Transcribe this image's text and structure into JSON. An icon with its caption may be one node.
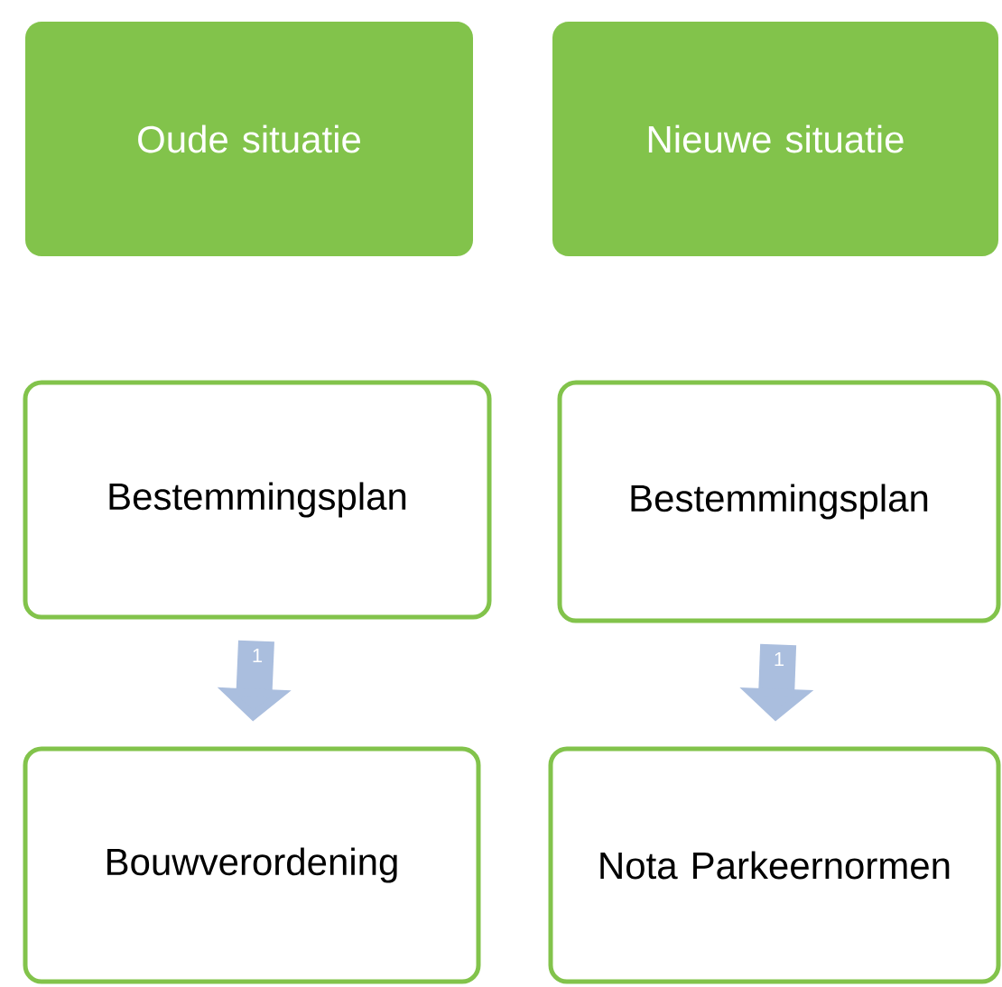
{
  "diagram": {
    "nodes": [
      {
        "text": [
          "Oude situatie"
        ]
      },
      {
        "text": [
          "Nieuwe situatie"
        ]
      },
      {
        "text": [
          "Bestemmingsplan"
        ]
      },
      {
        "text": [
          "Bestemmingsplan"
        ]
      },
      {
        "text": [
          "Bouwverordening"
        ]
      },
      {
        "text": [
          "Nota Parkeernormen"
        ]
      }
    ],
    "edges": [
      {
        "from": 2,
        "to": 4,
        "arrow": "to",
        "label": "1"
      },
      {
        "from": 3,
        "to": 5,
        "arrow": "to",
        "label": "1"
      }
    ]
  }
}
